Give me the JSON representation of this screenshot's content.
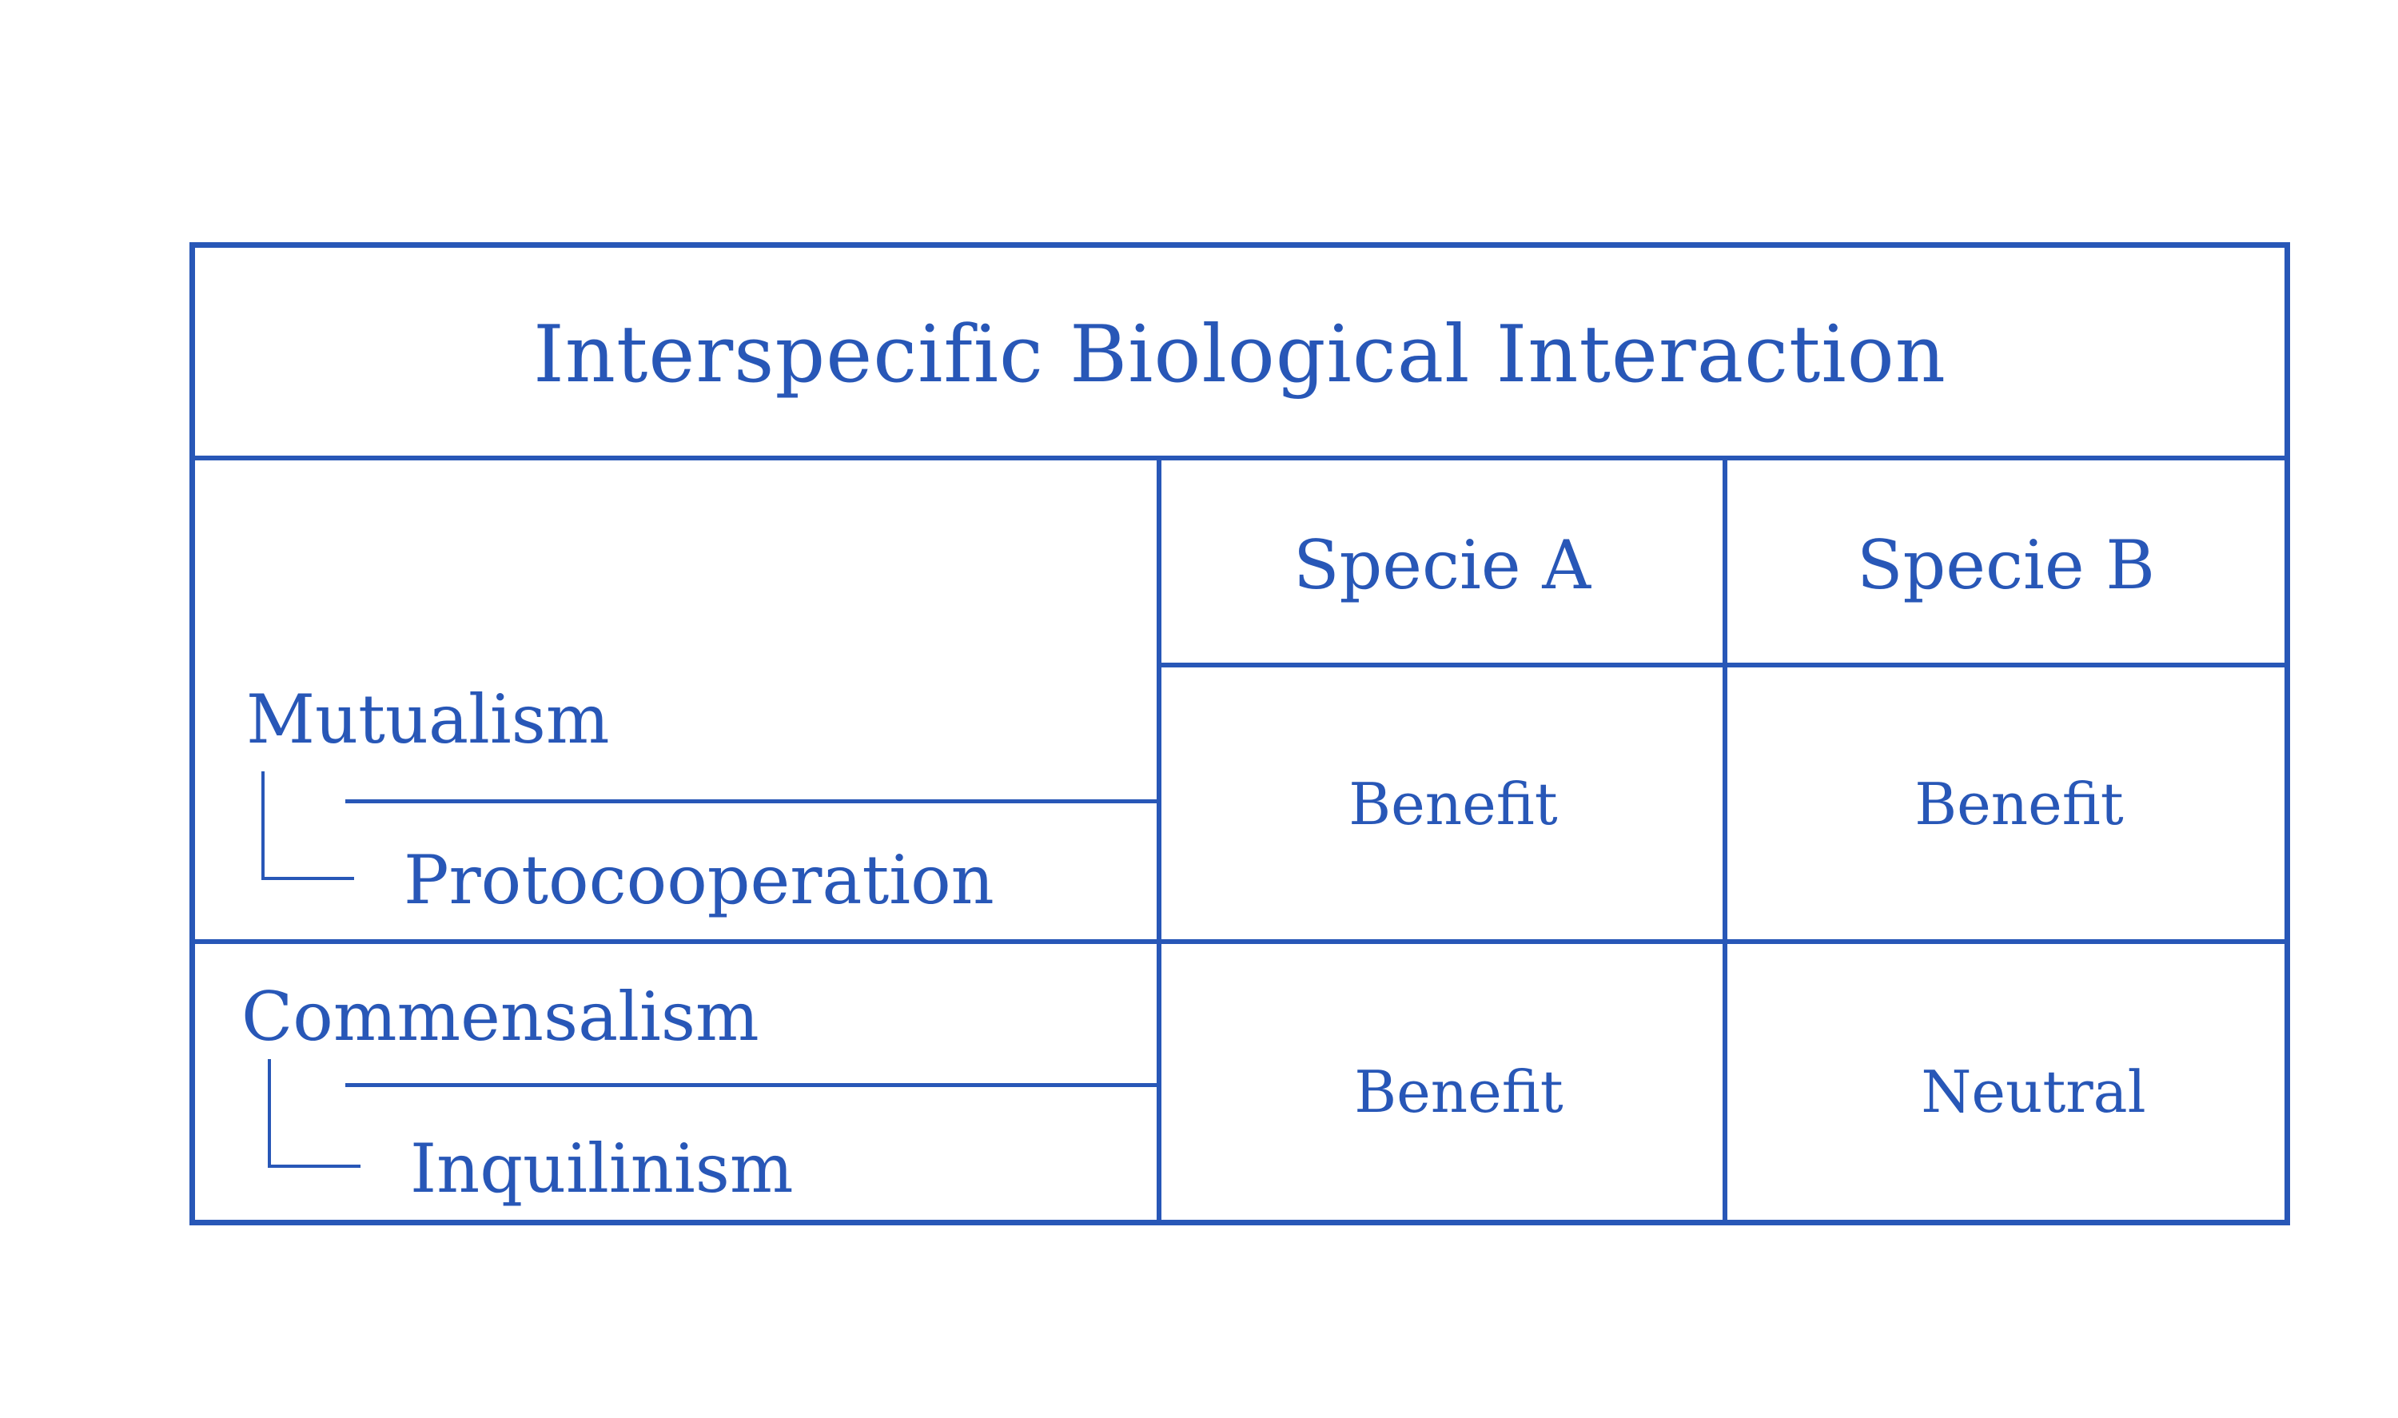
{
  "diagram": {
    "title": "Interspecific Biological Interaction",
    "columns": [
      "Specie A",
      "Specie B"
    ],
    "rows": [
      {
        "label": "Mutualism",
        "sub_label": "Protocooperation",
        "specie_a": "Benefit",
        "specie_b": "Benefit"
      },
      {
        "label": "Commensalism",
        "sub_label": "Inquilinism",
        "specie_a": "Benefit",
        "specie_b": "Neutral"
      }
    ],
    "colors": {
      "line": "#2857b7",
      "text": "#2857b7",
      "background": "#ffffff"
    }
  }
}
